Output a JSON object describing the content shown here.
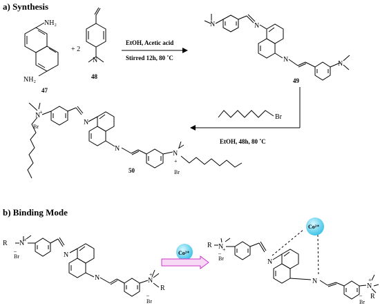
{
  "section_a": {
    "header": "a) Synthesis"
  },
  "section_b": {
    "header": "b) Binding Mode"
  },
  "step1": {
    "compound_47": "47",
    "compound_48": "48",
    "coefficient": "+ 2",
    "conditions_line1": "EtOH, Acetic acid",
    "conditions_line2": "Stirred 12h, 80 ˚C",
    "product": "49"
  },
  "step2": {
    "reagent_atom": "Br",
    "conditions": "EtOH, 48h, 80 ˚C",
    "product": "50"
  },
  "atoms": {
    "nh2": "NH₂",
    "n": "N",
    "br": "Br",
    "r": "R",
    "minus": "–",
    "plus": "+"
  },
  "metal_ion": {
    "label": "Co²⁺",
    "color": "#5fd4ee"
  },
  "colors": {
    "binding_arrow": "#cc33cc",
    "lines": "#000000"
  }
}
